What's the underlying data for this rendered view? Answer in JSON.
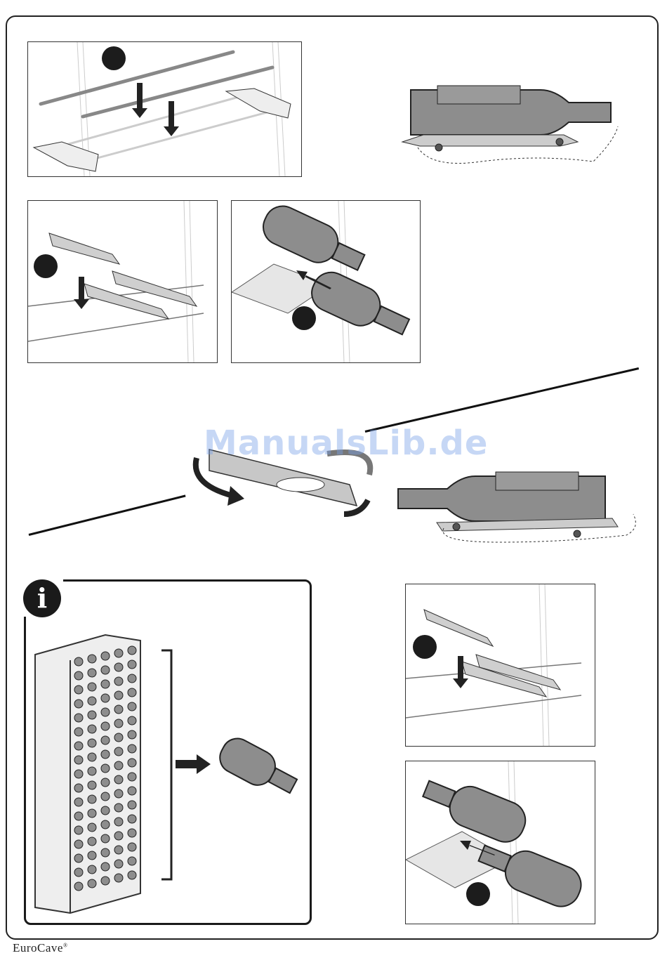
{
  "page": {
    "brand": "EuroCave",
    "brand_mark": "®"
  },
  "watermark": "ManualsLib.de",
  "info": {
    "badge": "i"
  },
  "icons": [
    "info-icon",
    "rotate-arrow-icon",
    "down-arrow-icon",
    "right-arrow-icon"
  ],
  "colors": {
    "line": "#222222",
    "bottle": "#8d8d8d",
    "rail": "#bdbdbd",
    "dot": "#1c1c1c"
  }
}
